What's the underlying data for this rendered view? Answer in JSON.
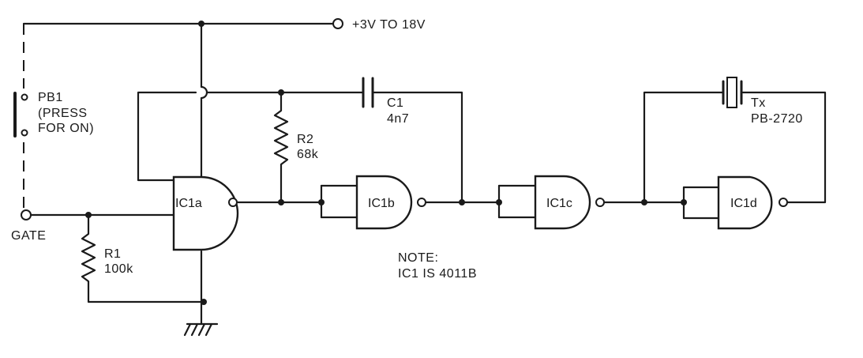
{
  "supply": {
    "label": "+3V TO 18V"
  },
  "switch": {
    "name": "PB1",
    "note_line1": "(PRESS",
    "note_line2": "FOR ON)"
  },
  "gate_input": {
    "label": "GATE"
  },
  "resistors": {
    "r1": {
      "name": "R1",
      "value": "100k"
    },
    "r2": {
      "name": "R2",
      "value": "68k"
    }
  },
  "capacitor": {
    "name": "C1",
    "value": "4n7"
  },
  "transducer": {
    "name": "Tx",
    "part": "PB-2720"
  },
  "gates": {
    "a": "IC1a",
    "b": "IC1b",
    "c": "IC1c",
    "d": "IC1d"
  },
  "note": {
    "line1": "NOTE:",
    "line2": "IC1 IS 4011B"
  }
}
